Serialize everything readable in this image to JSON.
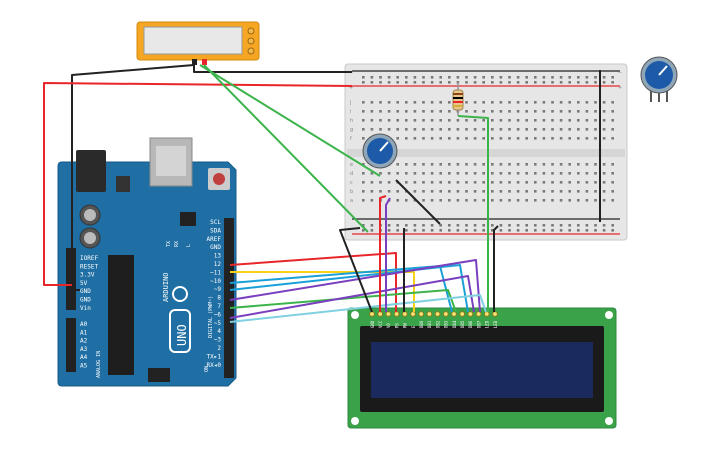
{
  "arduino": {
    "brand_line1": "ARDUINO",
    "model": "UNO",
    "digital_label": "DIGITAL (PWM~)",
    "analog_label": "ANALOG IN",
    "on_label": "ON",
    "tx_label": "TX",
    "rx_label": "RX",
    "l_label": "L",
    "power_pins": [
      "IOREF",
      "RESET",
      "3.3V",
      "5V",
      "GND",
      "GND",
      "Vin"
    ],
    "analog_pins": [
      "A0",
      "A1",
      "A2",
      "A3",
      "A4",
      "A5"
    ],
    "top_pins": [
      "SCL",
      "SDA",
      "AREF",
      "GND",
      "13",
      "12",
      "~11",
      "~10",
      "~9",
      "8",
      "7",
      "~6",
      "~5",
      "4",
      "~3",
      "2",
      "TX▸1",
      "RX◂0"
    ]
  },
  "breadboard": {
    "row_letters_top": [
      "j",
      "i",
      "h",
      "g",
      "f"
    ],
    "row_letters_bottom": [
      "e",
      "d",
      "c",
      "b",
      "a"
    ],
    "rail_plus": "+",
    "rail_minus": "−"
  },
  "lcd": {
    "pin_labels": [
      "GND",
      "VCC",
      "V0",
      "RS",
      "RW",
      "E",
      "DB0",
      "DB1",
      "DB2",
      "DB3",
      "DB4",
      "DB5",
      "DB6",
      "DB7",
      "LED",
      "LED"
    ]
  },
  "component_colors": {
    "arduino_board": "#1f6fa4",
    "breadboard": "#e6e6e6",
    "lcd_pcb": "#3aa34a",
    "lcd_screen": "#1b2a5e",
    "piezo_body": "#f5a623",
    "pot_knob": "#1d5ba8"
  },
  "wire_colors": [
    "#e8262a",
    "#f7d117",
    "#1aa0d8",
    "#7a3fbf",
    "#3cb44b",
    "#222222",
    "#7fd0e0"
  ]
}
